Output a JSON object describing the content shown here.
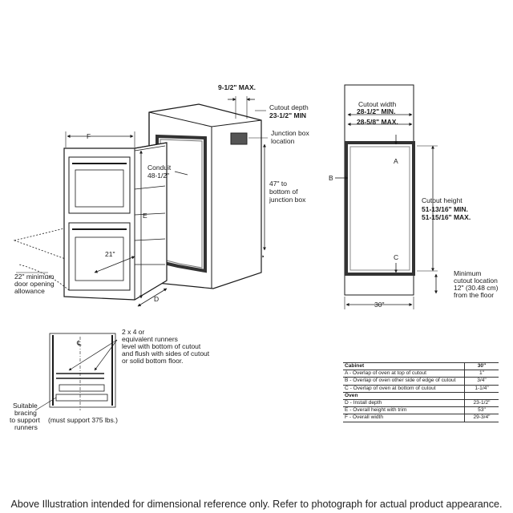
{
  "left_diagram": {
    "f_label": "F",
    "e_label": "E",
    "d_label": "D",
    "conduit": [
      "Conduit",
      "48-1/2\""
    ],
    "depth_21": "21\"",
    "door_allowance": [
      "22\" minimum",
      "door opening",
      "allowance"
    ],
    "max_95": "9-1/2\" MAX.",
    "cutout_depth": [
      "Cutout depth",
      "23-1/2\" MIN"
    ],
    "junction_box": [
      "Junction box",
      "location"
    ],
    "to_junction": [
      "47\" to",
      "bottom of",
      "junction box"
    ]
  },
  "right_diagram": {
    "cutout_width": [
      "Cutout width",
      "28-1/2\" MIN.",
      "28-5/8\" MAX."
    ],
    "a_label": "A",
    "b_label": "B",
    "c_label": "C",
    "cutout_height": [
      "Cutout height",
      "51-13/16\" MIN.",
      "51-15/16\" MAX."
    ],
    "min_location": [
      "Minimum",
      "cutout location",
      "12\" (30.48 cm)",
      "from the floor"
    ],
    "width_30": "30\""
  },
  "bottom_diagram": {
    "centerline": "℄",
    "runners": [
      "2 x 4 or",
      "equivalent runners",
      "level with bottom of cutout",
      "and flush with sides of cutout",
      "or solid bottom floor."
    ],
    "bracing": [
      "Suitable",
      "bracing",
      "to support",
      "runners"
    ],
    "support_note": "(must support 375 lbs.)"
  },
  "spec_table": {
    "rows": [
      {
        "label": "Cabinet",
        "value": "30\"",
        "header": true
      },
      {
        "label": "A - Overlap of oven at top of cutout",
        "value": "1\"",
        "header": false
      },
      {
        "label": "B - Overlap of oven other side of edge of cutout",
        "value": "3/4\"",
        "header": false
      },
      {
        "label": "C - Overlap of oven at bottom of cutout",
        "value": "1-1/4\"",
        "header": false
      },
      {
        "label": "Oven",
        "value": "",
        "header": true
      },
      {
        "label": "D - Install depth",
        "value": "23-1/2\"",
        "header": false
      },
      {
        "label": "E - Overall height with trim",
        "value": "53\"",
        "header": false
      },
      {
        "label": "F - Overall width",
        "value": "29-3/4\"",
        "header": false
      }
    ]
  },
  "footer": "Above Illustration intended for dimensional reference only. Refer to photograph for actual product appearance."
}
